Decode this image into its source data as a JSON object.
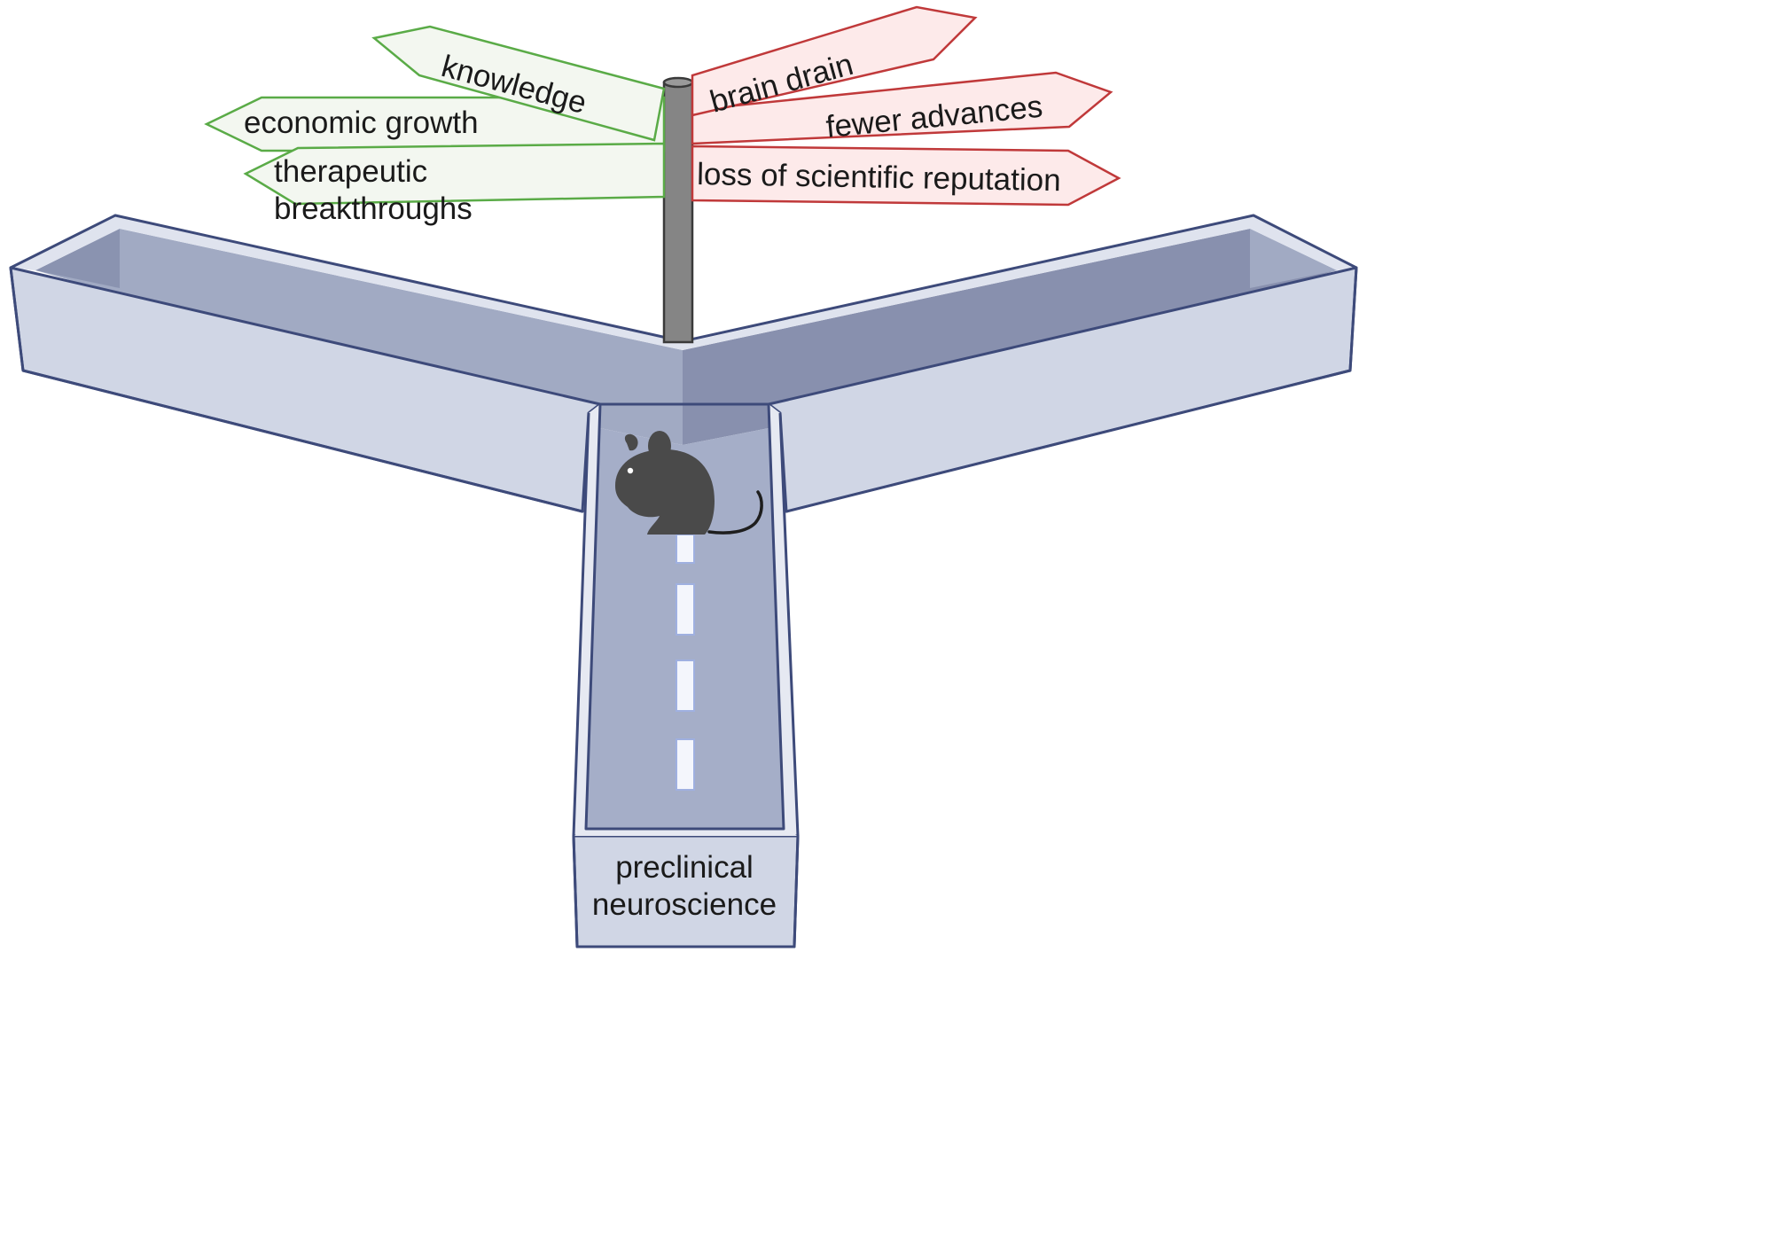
{
  "signpost": {
    "positive": {
      "color": "#5aab47",
      "signs": [
        {
          "label": "knowledge"
        },
        {
          "label": "economic growth"
        },
        {
          "label_line1": "therapeutic",
          "label_line2": "breakthroughs"
        }
      ]
    },
    "negative": {
      "color": "#c0393a",
      "signs": [
        {
          "label": "brain drain"
        },
        {
          "label": "fewer advances"
        },
        {
          "label": "loss of scientific reputation"
        }
      ]
    }
  },
  "maze": {
    "type": "Y-maze",
    "start_arm_line1": "preclinical",
    "start_arm_line2": "neuroscience",
    "animal_icon": "mouse-icon",
    "path_marking": "dashed-center-line"
  }
}
